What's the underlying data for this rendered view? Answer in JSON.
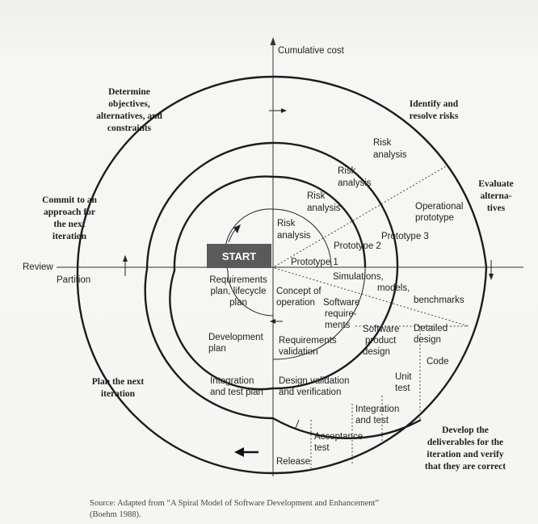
{
  "axes": {
    "vertical": "Cumulative cost",
    "left_upper": "Review",
    "left_lower": "Partition"
  },
  "quadrants": {
    "top_left": [
      "Determine",
      "objectives,",
      "alternatives, and",
      "constraints"
    ],
    "top_right": [
      "Identify and",
      "resolve risks"
    ],
    "right": [
      "Evaluate",
      "alterna-",
      "tives"
    ],
    "left": [
      "Commit to an",
      "approach for",
      "the next",
      "iteration"
    ],
    "bottom_left": [
      "Plan the next",
      "iteration"
    ],
    "bottom_right": [
      "Develop the",
      "deliverables for the",
      "iteration and verify",
      "that they are correct"
    ]
  },
  "start": "START",
  "risk": {
    "r1": [
      "Risk",
      "analysis"
    ],
    "r2": [
      "Risk",
      "analysis"
    ],
    "r3": [
      "Risk",
      "analysis"
    ],
    "r4": [
      "Risk",
      "analysis"
    ]
  },
  "prototypes": {
    "p1": "Prototype 1",
    "p2": "Prototype 2",
    "p3": "Prototype 3",
    "operational": [
      "Operational",
      "prototype"
    ]
  },
  "lower_left": {
    "req_plan": [
      "Requirements",
      "plan, lifecycle",
      "plan"
    ],
    "dev_plan": [
      "Development",
      "plan"
    ],
    "int_plan": [
      "Integration",
      "and test plan"
    ]
  },
  "lower_right": {
    "concept": [
      "Concept of",
      "operation"
    ],
    "sim": [
      "Simulations,",
      "models,",
      "benchmarks"
    ],
    "sw_req": [
      "Software",
      "require-",
      "ments"
    ],
    "req_val": [
      "Requirements",
      "validation"
    ],
    "sw_design": [
      "Software",
      "product",
      "design"
    ],
    "detailed": [
      "Detailed",
      "design"
    ],
    "code": "Code",
    "design_val": [
      "Design validation",
      "and verification"
    ],
    "unit": [
      "Unit",
      "test"
    ],
    "integration": [
      "Integration",
      "and test"
    ],
    "acceptance": [
      "Acceptance",
      "test"
    ],
    "release": "Release"
  },
  "caption": [
    "Source: Adapted from “A Spiral Model of Software Development and Enhancement”",
    "(Boehm 1988)."
  ]
}
